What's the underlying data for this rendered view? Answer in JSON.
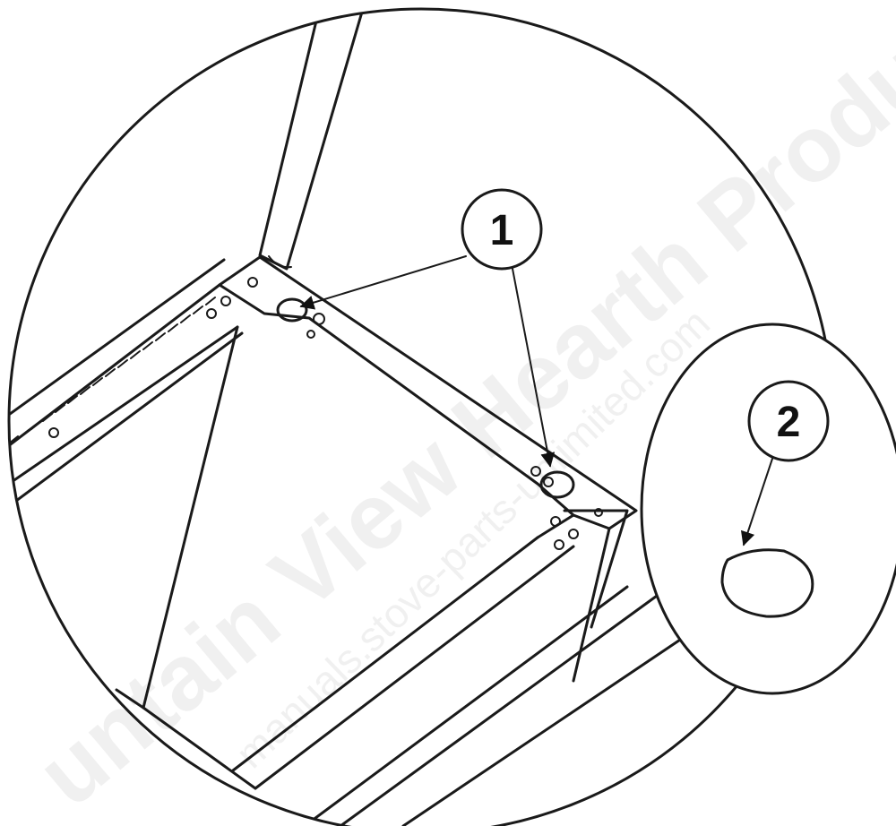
{
  "callouts": [
    {
      "label": "1"
    },
    {
      "label": "2"
    }
  ],
  "watermark": {
    "main": "untain View Hearth Products",
    "url": "manuals.stove-parts-unlimited.com"
  }
}
